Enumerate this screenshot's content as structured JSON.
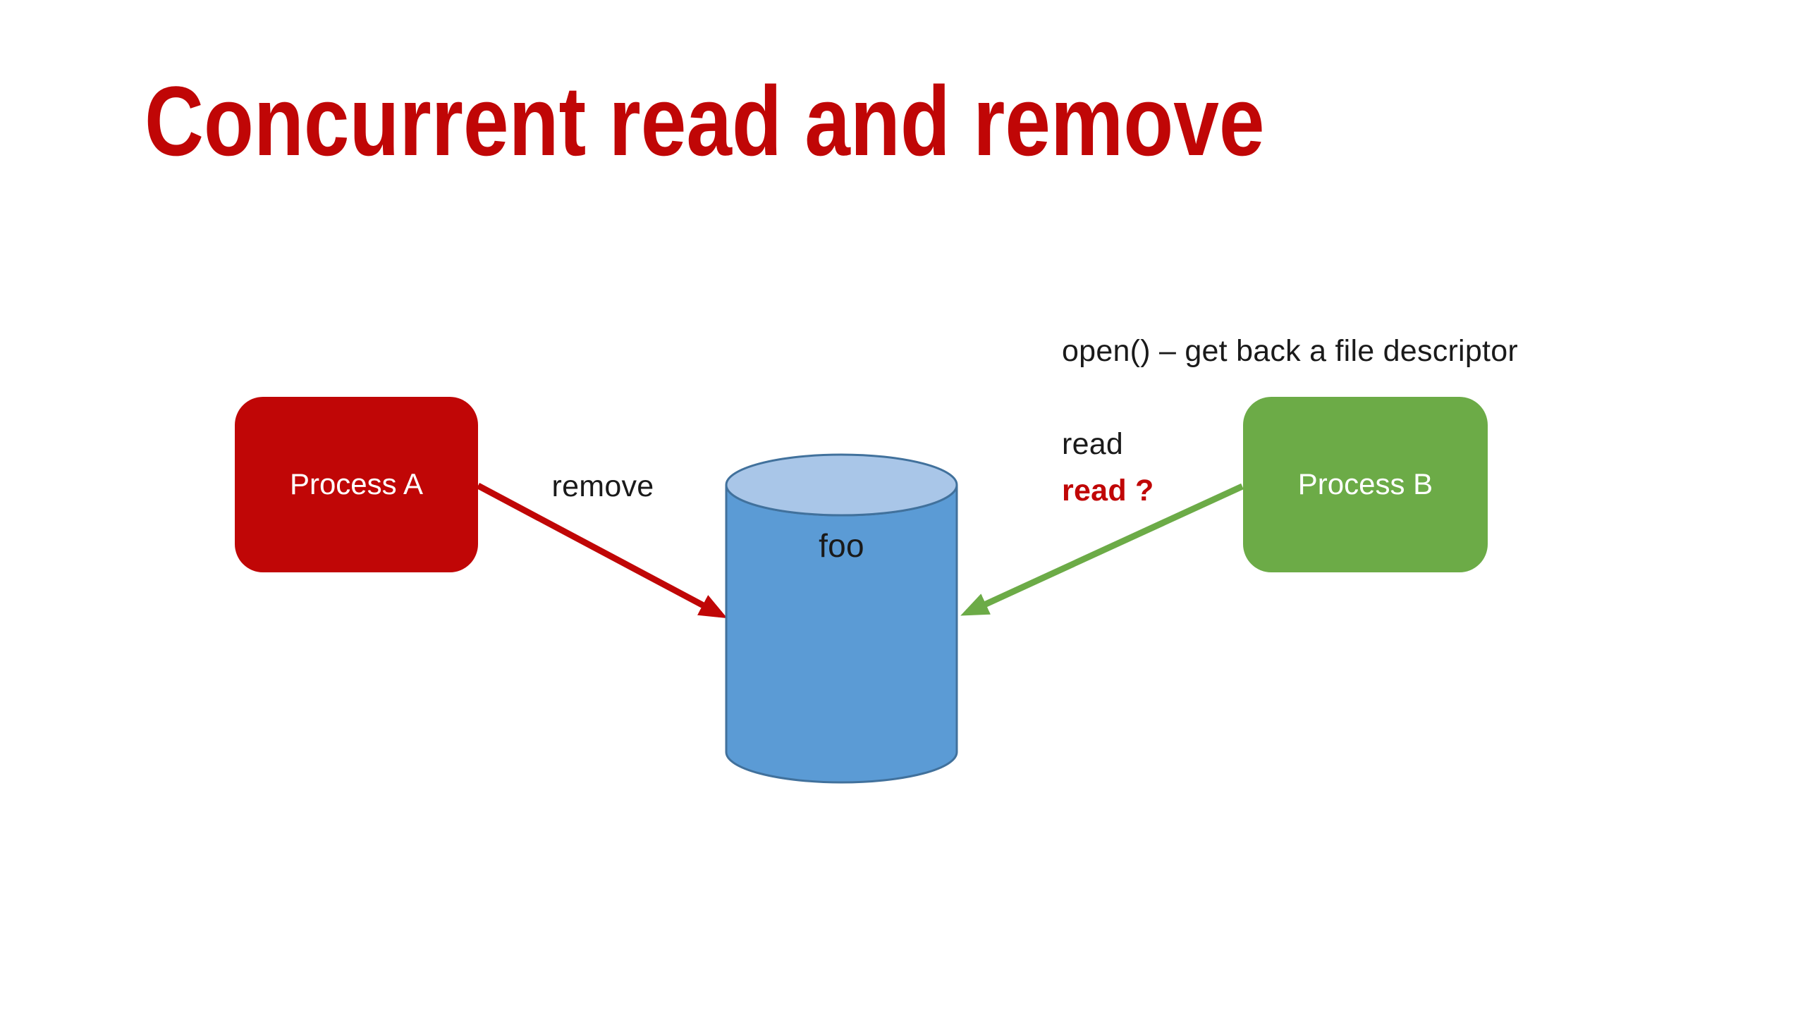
{
  "slide": {
    "title": "Concurrent read and remove",
    "nodes": {
      "process_a": {
        "label": "Process A",
        "color": "#C00606",
        "text_color": "#FFFFFF"
      },
      "process_b": {
        "label": "Process B",
        "color": "#6CAB47",
        "text_color": "#FFFFFF"
      },
      "file_store": {
        "label": "foo",
        "shape": "cylinder-icon",
        "body_color": "#5B9BD5",
        "top_color": "#A9C6E8",
        "stroke_color": "#41719C"
      }
    },
    "labels": {
      "remove": "remove",
      "open": "open() – get back a file descriptor",
      "read": "read",
      "read_question": "read ?"
    },
    "arrows": {
      "remove_arrow": {
        "from": "process_a",
        "to": "file_store",
        "color": "#C00606"
      },
      "read_arrow": {
        "from": "process_b",
        "to": "file_store",
        "color": "#6CAB47"
      }
    },
    "colors": {
      "title": "#C00606",
      "text": "#1A1A1A",
      "background": "#FFFFFF"
    }
  }
}
